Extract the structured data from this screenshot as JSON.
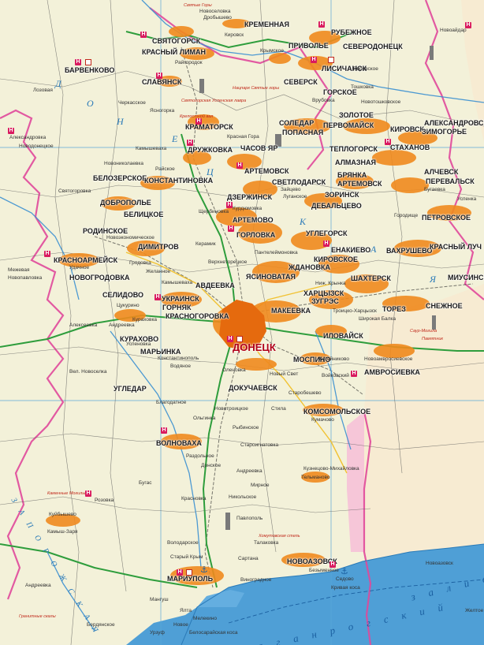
{
  "map": {
    "cities_major": [
      {
        "id": "svyatogorsk",
        "name": "СВЯТОГОРСК"
      },
      {
        "id": "krasny-liman",
        "name": "КРАСНЫЙ ЛИМАН"
      },
      {
        "id": "kremennaya",
        "name": "КРЕМЕННАЯ"
      },
      {
        "id": "rubezhnoe",
        "name": "РУБЕЖНОЕ"
      },
      {
        "id": "privolye",
        "name": "ПРИВОЛЬЕ"
      },
      {
        "id": "severodonetsk",
        "name": "СЕВЕРОДОНЕЦК"
      },
      {
        "id": "lisichansk",
        "name": "ЛИСИЧАНСК"
      },
      {
        "id": "barvenkovo",
        "name": "БАРВЕНКОВО"
      },
      {
        "id": "slavyansk",
        "name": "СЛАВЯНСК"
      },
      {
        "id": "seversk",
        "name": "СЕВЕРСК"
      },
      {
        "id": "gorskoe",
        "name": "ГОРСКОЕ"
      },
      {
        "id": "kramatorsk",
        "name": "КРАМАТОРСК"
      },
      {
        "id": "soledar",
        "name": "СОЛЕДАР"
      },
      {
        "id": "popasnaya",
        "name": "ПОПАСНАЯ"
      },
      {
        "id": "pervomaysk",
        "name": "ПЕРВОМАЙСК"
      },
      {
        "id": "zolotoe",
        "name": "ЗОЛОТОЕ"
      },
      {
        "id": "kirovsk",
        "name": "КИРОВСК"
      },
      {
        "id": "zimogorye",
        "name": "ЗИМОГОРЬЕ"
      },
      {
        "id": "aleksandrovsk",
        "name": "АЛЕКСАНДРОВСК"
      },
      {
        "id": "druzhkovka",
        "name": "ДРУЖКОВКА"
      },
      {
        "id": "chasov-yar",
        "name": "ЧАСОВ ЯР"
      },
      {
        "id": "teplogorsk",
        "name": "ТЕПЛОГОРСК"
      },
      {
        "id": "stakhanov",
        "name": "СТАХАНОВ"
      },
      {
        "id": "artemovsk",
        "name": "АРТЕМОВСК"
      },
      {
        "id": "almaznaya",
        "name": "АЛМАЗНАЯ"
      },
      {
        "id": "alchevsk",
        "name": "АЛЧЕВСК"
      },
      {
        "id": "belozerskoe",
        "name": "БЕЛОЗЕРСКОЕ"
      },
      {
        "id": "konstantinovka",
        "name": "КОНСТАНТИНОВКА"
      },
      {
        "id": "svetlodarsk",
        "name": "СВЕТЛОДАРСК"
      },
      {
        "id": "bryanka",
        "name": "БРЯНКА"
      },
      {
        "id": "artemovsk2",
        "name": "АРТЕМОВСК"
      },
      {
        "id": "perevalsk",
        "name": "ПЕРЕВАЛЬСК"
      },
      {
        "id": "dzerzhinsk",
        "name": "ДЗЕРЖИНСК"
      },
      {
        "id": "zorinsk",
        "name": "ЗОРИНСК"
      },
      {
        "id": "dobropolye",
        "name": "ДОБРОПОЛЬЕ"
      },
      {
        "id": "artemovo",
        "name": "АРТЕМОВО"
      },
      {
        "id": "debaltsevo",
        "name": "ДЕБАЛЬЦЕВО"
      },
      {
        "id": "belitskoe",
        "name": "БЕЛИЦКОЕ"
      },
      {
        "id": "rodinskoe",
        "name": "РОДИНСКОЕ"
      },
      {
        "id": "petrovskoe",
        "name": "ПЕТРОВСКОЕ"
      },
      {
        "id": "gorlovka",
        "name": "ГОРЛОВКА"
      },
      {
        "id": "uglegorsk",
        "name": "УГЛЕГОРСК"
      },
      {
        "id": "dimitrov",
        "name": "ДИМИТРОВ"
      },
      {
        "id": "enakievo",
        "name": "ЕНАКИЕВО"
      },
      {
        "id": "vakhrushevo",
        "name": "ВАХРУШЕВО"
      },
      {
        "id": "krasny-luch",
        "name": "КРАСНЫЙ ЛУЧ"
      },
      {
        "id": "krasnoarmeysk",
        "name": "КРАСНОАРМЕЙСК"
      },
      {
        "id": "kirovskoe",
        "name": "КИРОВСКОЕ"
      },
      {
        "id": "novogrodovka",
        "name": "НОВОГРОДОВКА"
      },
      {
        "id": "avdeevka",
        "name": "АВДЕЕВКА"
      },
      {
        "id": "yasinovataya",
        "name": "ЯСИНОВАТАЯ"
      },
      {
        "id": "zhdanovka",
        "name": "ЖДАНОВКА"
      },
      {
        "id": "shakhtersk",
        "name": "ШАХТЕРСК"
      },
      {
        "id": "miusinsk",
        "name": "МИУСИНСК"
      },
      {
        "id": "selidovo",
        "name": "СЕЛИДОВО"
      },
      {
        "id": "ukrainsk",
        "name": "УКРАИНСК"
      },
      {
        "id": "gornyak",
        "name": "ГОРНЯК"
      },
      {
        "id": "khartsyzsk",
        "name": "ХАРЦЫЗСК"
      },
      {
        "id": "krasnogorovka",
        "name": "КРАСНОГОРОВКА"
      },
      {
        "id": "zugres",
        "name": "ЗУГРЭС"
      },
      {
        "id": "torez",
        "name": "ТОРЕЗ"
      },
      {
        "id": "snezhnoe",
        "name": "СНЕЖНОЕ"
      },
      {
        "id": "makeevka",
        "name": "МАКЕЕВКА"
      },
      {
        "id": "kurakhovo",
        "name": "КУРАХОВО"
      },
      {
        "id": "ilovaysk",
        "name": "ИЛОВАЙСК"
      },
      {
        "id": "marinka",
        "name": "МАРЬИНКА"
      },
      {
        "id": "mospino",
        "name": "МОСПИНО"
      },
      {
        "id": "ugledar",
        "name": "УГЛЕДАР"
      },
      {
        "id": "amvrosievka",
        "name": "АМВРОСИЕВКА"
      },
      {
        "id": "dokuchaevsk",
        "name": "ДОКУЧАЕВСК"
      },
      {
        "id": "komsomolskoe",
        "name": "КОМСОМОЛЬСКОЕ"
      },
      {
        "id": "volnovakha",
        "name": "ВОЛНОВАХА"
      },
      {
        "id": "mariupol",
        "name": "МАРИУПОЛЬ"
      },
      {
        "id": "novoazovsk",
        "name": "НОВОАЗОВСК"
      }
    ],
    "capital": {
      "name": "ДОНЕЦК"
    },
    "cities_minor": [
      {
        "id": "drobyshevo",
        "name": "Дробышево"
      },
      {
        "id": "novoselovka",
        "name": "Новоселовка"
      },
      {
        "id": "kirovsk-n",
        "name": "Кировск"
      },
      {
        "id": "borovskoe",
        "name": "Боровское"
      },
      {
        "id": "novoaydar",
        "name": "Новоайдар"
      },
      {
        "id": "raygorodok",
        "name": "Райгородок"
      },
      {
        "id": "krymskoe",
        "name": "Крымское"
      },
      {
        "id": "toshkovka",
        "name": "Тошковка"
      },
      {
        "id": "vrubovka",
        "name": "Врубовка"
      },
      {
        "id": "novotoshkovskoe",
        "name": "Новотошковское"
      },
      {
        "id": "yasnogorka",
        "name": "Ясногорка"
      },
      {
        "id": "cherkasskoe",
        "name": "Черкасское"
      },
      {
        "id": "aleksandrovka",
        "name": "Александровка"
      },
      {
        "id": "novodonetskoe",
        "name": "Новодонецкое"
      },
      {
        "id": "kamyshevakha",
        "name": "Камышеваха"
      },
      {
        "id": "krasnaya-gora",
        "name": "Красная Гора"
      },
      {
        "id": "novonikolaevka",
        "name": "Новониколаевка"
      },
      {
        "id": "rayskoe",
        "name": "Райское"
      },
      {
        "id": "svyatogorovka",
        "name": "Святогоровка"
      },
      {
        "id": "zaytsevo",
        "name": "Зайцево"
      },
      {
        "id": "lugansk",
        "name": "Луганское"
      },
      {
        "id": "bugaevka",
        "name": "Бугаевка"
      },
      {
        "id": "uspenka",
        "name": "Успенка"
      },
      {
        "id": "shcherbinovka",
        "name": "Щербиновка"
      },
      {
        "id": "kurdyumovka",
        "name": "Курдюмовка"
      },
      {
        "id": "gorodishche",
        "name": "Городище"
      },
      {
        "id": "novoekonomicheskoe",
        "name": "Новоэкономическое"
      },
      {
        "id": "keramik",
        "name": "Керамик"
      },
      {
        "id": "panteleymonovka",
        "name": "Пантелеймоновка"
      },
      {
        "id": "grodovka",
        "name": "Гродовка"
      },
      {
        "id": "verkhnetoretskoe",
        "name": "Верхнеторецкое"
      },
      {
        "id": "udachnoe",
        "name": "Удачное"
      },
      {
        "id": "zhelannoe",
        "name": "Желанное"
      },
      {
        "id": "nizh-krynka",
        "name": "Ниж. Крынка"
      },
      {
        "id": "kamyshevakha2",
        "name": "Камышеваха"
      },
      {
        "id": "tsukurino",
        "name": "Цукурино"
      },
      {
        "id": "kurakhovka",
        "name": "Кураховка"
      },
      {
        "id": "troitsko-kharcyzsk",
        "name": "Троицко-Харцызск"
      },
      {
        "id": "shirokaya-balka",
        "name": "Широкая Балка"
      },
      {
        "id": "andreevka-w",
        "name": "Андреевка"
      },
      {
        "id": "alekseevka",
        "name": "Алексеевка"
      },
      {
        "id": "uspenovka",
        "name": "Успеновка"
      },
      {
        "id": "konstantinopol",
        "name": "Константинополь"
      },
      {
        "id": "vodyanoe",
        "name": "Водяное"
      },
      {
        "id": "olenovka",
        "name": "Оленовка"
      },
      {
        "id": "novy-svet",
        "name": "Новый Свет"
      },
      {
        "id": "kuteynikovo",
        "name": "Кутейниково"
      },
      {
        "id": "voykovsky",
        "name": "Войковский"
      },
      {
        "id": "novoamvrosievskoe",
        "name": "Новоамвросиевское"
      },
      {
        "id": "vel-novoselka",
        "name": "Вел. Новоселка"
      },
      {
        "id": "blagodatnoe",
        "name": "Благодатное"
      },
      {
        "id": "starobeshevo",
        "name": "Старобешево"
      },
      {
        "id": "novotroitskoe",
        "name": "Новотроицкое"
      },
      {
        "id": "olginka",
        "name": "Ольгинка"
      },
      {
        "id": "stila",
        "name": "Стила"
      },
      {
        "id": "kumachovo",
        "name": "Кумачово"
      },
      {
        "id": "rybinskoe",
        "name": "Рыбинское"
      },
      {
        "id": "starognatovka",
        "name": "Староигнатовка"
      },
      {
        "id": "razdolnoe",
        "name": "Раздольное"
      },
      {
        "id": "donskoe",
        "name": "Донское"
      },
      {
        "id": "andreevka-s",
        "name": "Андреевка"
      },
      {
        "id": "kuznetsovo-mikhaylovka",
        "name": "Кузнецово-Михайловка"
      },
      {
        "id": "telmanovo",
        "name": "Тельманово"
      },
      {
        "id": "mirnoe",
        "name": "Мирное"
      },
      {
        "id": "nikolskoe",
        "name": "Никольское"
      },
      {
        "id": "krasnovka",
        "name": "Красновка"
      },
      {
        "id": "bugas",
        "name": "Бугас"
      },
      {
        "id": "kuybyshevo",
        "name": "Куйбышево"
      },
      {
        "id": "kamysh-zarya",
        "name": "Камыш-Заря"
      },
      {
        "id": "rozovka",
        "name": "Розовка"
      },
      {
        "id": "pavlopol",
        "name": "Павлополь"
      },
      {
        "id": "volodarskoe",
        "name": "Володарское"
      },
      {
        "id": "talakovka",
        "name": "Талаковка"
      },
      {
        "id": "stary-krym",
        "name": "Старый Крым"
      },
      {
        "id": "sartana",
        "name": "Сартана"
      },
      {
        "id": "bezymennoe",
        "name": "Безыменное"
      },
      {
        "id": "vinogradnoe",
        "name": "Виноградное"
      },
      {
        "id": "sedovo",
        "name": "Седово"
      },
      {
        "id": "krivaya-kosa",
        "name": "Кривая коса"
      },
      {
        "id": "andreevka-sw",
        "name": "Андреевка"
      },
      {
        "id": "berdyansk",
        "name": "Бердянское"
      },
      {
        "id": "manhush",
        "name": "Мангуш"
      },
      {
        "id": "yalta",
        "name": "Ялта"
      },
      {
        "id": "melekino",
        "name": "Мелекино"
      },
      {
        "id": "urzuf",
        "name": "Урзуф"
      },
      {
        "id": "novoe",
        "name": "Новое"
      },
      {
        "id": "belosarayskaya-kosa",
        "name": "Белосарайская коса"
      },
      {
        "id": "zheltoe",
        "name": "Желтое"
      },
      {
        "id": "lozovaya",
        "name": "Лозовая"
      },
      {
        "id": "novopavlovka",
        "name": "Новопавловка"
      },
      {
        "id": "mezhevaya",
        "name": "Межевая"
      },
      {
        "id": "avtozavod",
        "name": "Новоазовск"
      }
    ],
    "region_letters": [
      {
        "id": "rl-d",
        "text": "Д"
      },
      {
        "id": "rl-o",
        "text": "О"
      },
      {
        "id": "rl-n",
        "text": "Н"
      },
      {
        "id": "rl-e",
        "text": "Е"
      },
      {
        "id": "rl-ts",
        "text": "Ц"
      },
      {
        "id": "rl-k",
        "text": "К"
      },
      {
        "id": "rl-a",
        "text": "А"
      },
      {
        "id": "rl-ya",
        "text": "Я"
      }
    ],
    "oblast_label_sw": "З А П О Р О Ж С К А Я",
    "sea_label": "Т а г а н р о г с к и й",
    "sea_label_2": "з а л и в",
    "sights": [
      {
        "id": "s-svyatogorsk",
        "text": "Святые Горы"
      },
      {
        "id": "s-sviatogorsk-lavra",
        "text": "Святогорская Успенская лавра"
      },
      {
        "id": "s-kramatorsk",
        "text": "Крепостной вал"
      },
      {
        "id": "s-seversk",
        "text": "Нацпарк Святые горы"
      },
      {
        "id": "s-khomutov",
        "text": "Хомутовская степь"
      },
      {
        "id": "s-kamennye",
        "text": "Каменные Могилы"
      },
      {
        "id": "s-granitnye",
        "text": "Гранитные скалы"
      },
      {
        "id": "s-savur",
        "text": "Саур-Могила"
      },
      {
        "id": "s-pamyatnik",
        "text": "Памятник"
      }
    ],
    "colors": {
      "land": "#f3f1d9",
      "sea": "#4f9fd6",
      "city": "#f08a1e",
      "road_main": "#2e9d3c",
      "border_oblast": "#e0489a",
      "grid": "#5aa7d8",
      "capital": "#b00018"
    }
  }
}
